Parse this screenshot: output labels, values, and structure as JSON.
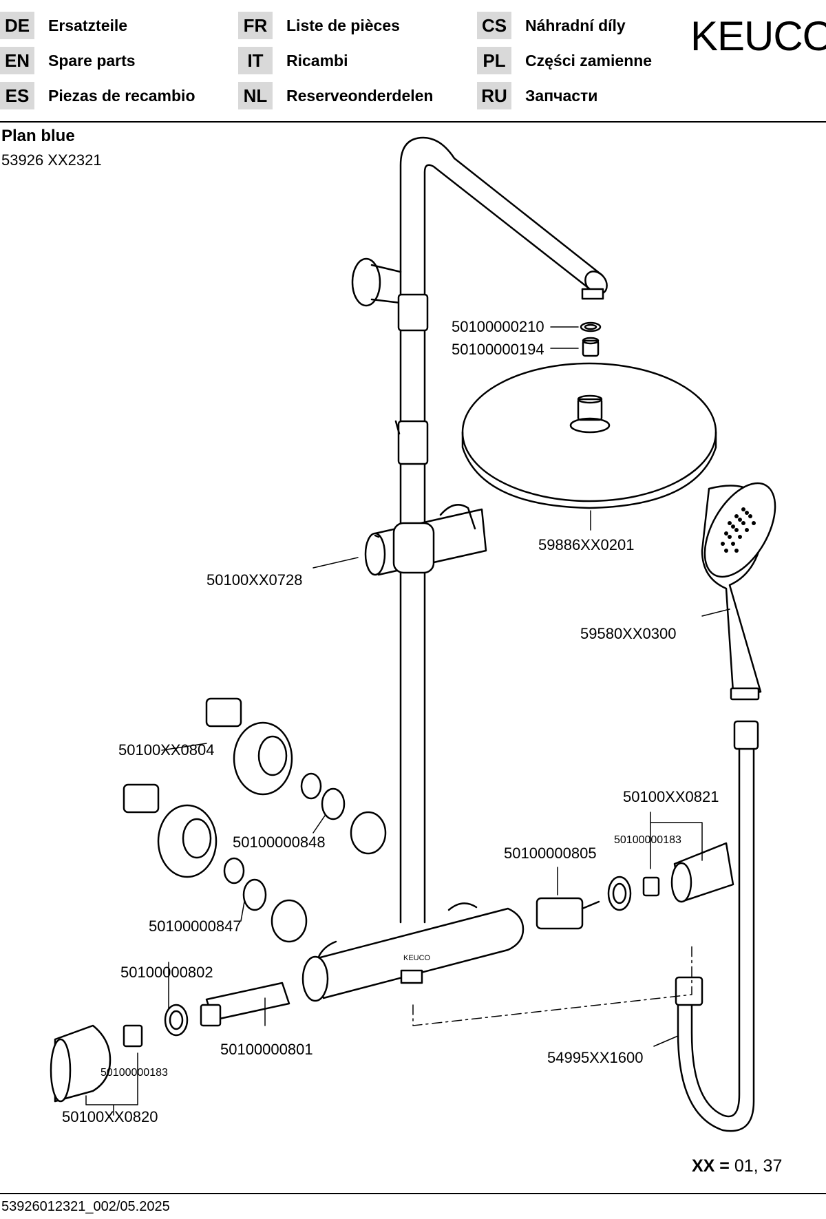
{
  "brand": "KEUCO",
  "languages": [
    {
      "code": "DE",
      "text": "Ersatzteile"
    },
    {
      "code": "EN",
      "text": "Spare parts"
    },
    {
      "code": "ES",
      "text": "Piezas de recambio"
    },
    {
      "code": "FR",
      "text": "Liste de pièces"
    },
    {
      "code": "IT",
      "text": "Ricambi"
    },
    {
      "code": "NL",
      "text": "Reserveonderdelen"
    },
    {
      "code": "CS",
      "text": "Náhradní díly"
    },
    {
      "code": "PL",
      "text": "Części zamienne"
    },
    {
      "code": "RU",
      "text": "Запчасти"
    }
  ],
  "product": {
    "name": "Plan blue",
    "code": "53926 XX2321"
  },
  "parts": {
    "p_0210": "50100000210",
    "p_0194": "50100000194",
    "p_0201": "59886XX0201",
    "p_0728": "50100XX0728",
    "p_0300": "59580XX0300",
    "p_0804": "50100XX0804",
    "p_0821": "50100XX0821",
    "p_0183_right": "50100000183",
    "p_0848": "50100000848",
    "p_0805": "50100000805",
    "p_0847": "50100000847",
    "p_0802": "50100000802",
    "p_0801": "50100000801",
    "p_1600": "54995XX1600",
    "p_0183_left": "50100000183",
    "p_0820": "50100XX0820"
  },
  "device_mark": "KEUCO",
  "variant_note": {
    "key": "XX =",
    "values": "01, 37"
  },
  "footer": "53926012321_002/05.2025"
}
